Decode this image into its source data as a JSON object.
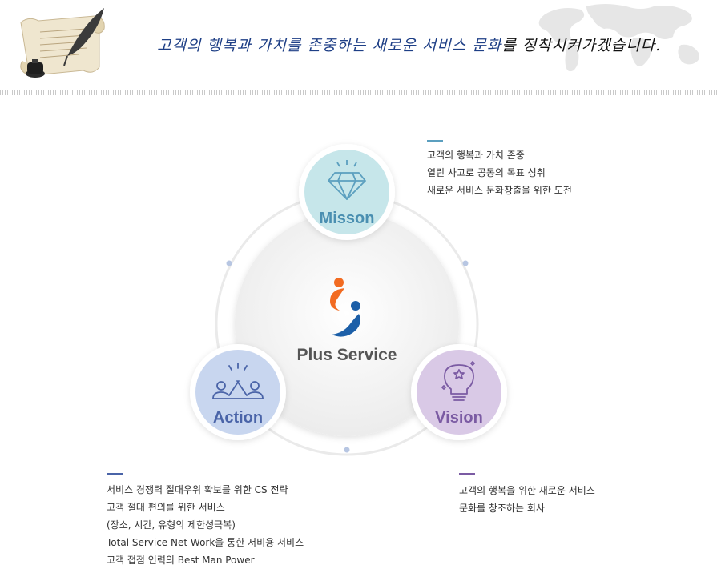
{
  "header": {
    "slogan_main": "고객의 행복과 가치를 존중하는 새로운 서비스 문화",
    "slogan_end": "를 정착시켜가겠습니다."
  },
  "center": {
    "label": "Plus Service"
  },
  "mission": {
    "label": "Misson",
    "accent": "#5b9fbf",
    "lines": [
      "고객의 행복과 가치 존중",
      "열린 사고로 공동의 목표 성취",
      "새로운 서비스 문화창출을 위한 도전"
    ]
  },
  "action": {
    "label": "Action",
    "accent": "#4a64a8",
    "lines": [
      "서비스 경쟁력 절대우위 확보를 위한 CS 전략",
      "고객 절대 편의를 위한 서비스",
      "(장소, 시간, 유형의 제한성극복)",
      "Total Service Net-Work을 통한 저비용 서비스",
      "고객 접점 인력의 Best Man Power"
    ]
  },
  "vision": {
    "label": "Vision",
    "accent": "#7b5ba3",
    "lines": [
      "고객의 행복을 위한 새로운 서비스",
      "문화를 창조하는 회사"
    ]
  },
  "icons": {
    "mission": "diamond-icon",
    "action": "high-five-icon",
    "vision": "lightbulb-star-icon",
    "logo": "plus-service-logo",
    "decor": "quill-parchment-icon",
    "map": "world-map-icon"
  }
}
